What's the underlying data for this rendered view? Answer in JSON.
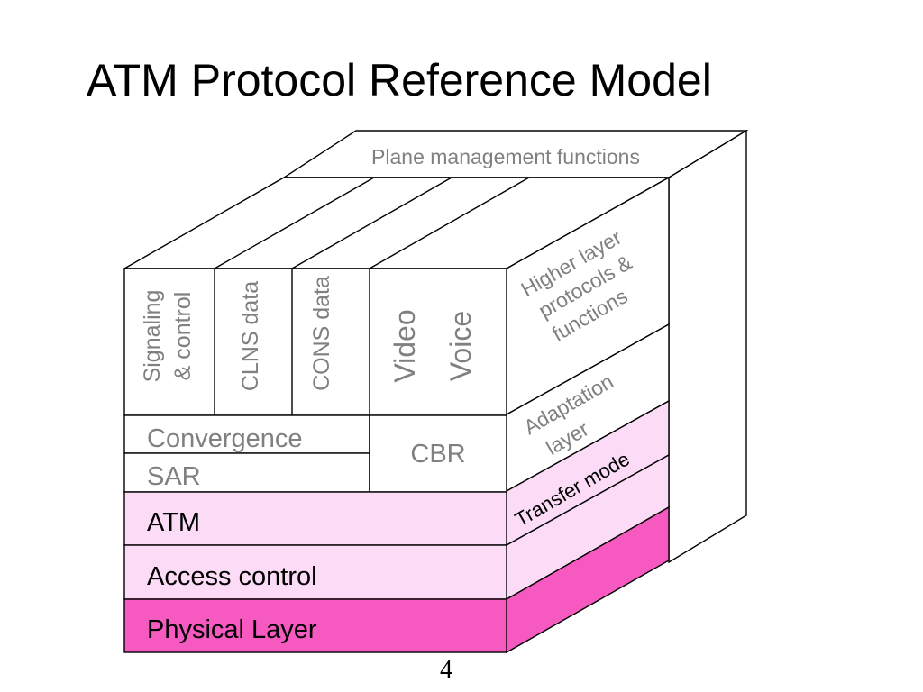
{
  "slide": {
    "title": "ATM Protocol Reference Model",
    "page_number": "4"
  },
  "colors": {
    "light_pink": "#fbdbf6",
    "magenta": "#f65ac0",
    "gray_text": "#808080",
    "line": "#000000"
  },
  "diagram": {
    "top_label": "Plane management functions",
    "upper_columns": [
      {
        "id": "signaling",
        "lines": [
          "Signaling",
          "& control"
        ]
      },
      {
        "id": "clns",
        "lines": [
          "CLNS data"
        ]
      },
      {
        "id": "cons",
        "lines": [
          "CONS data"
        ]
      },
      {
        "id": "video",
        "lines": [
          "Video"
        ]
      },
      {
        "id": "voice",
        "lines": [
          "Voice"
        ]
      }
    ],
    "convergence": "Convergence",
    "sar": "SAR",
    "cbr": "CBR",
    "layers": [
      {
        "id": "atm",
        "label": "ATM",
        "fill": "light_pink"
      },
      {
        "id": "access",
        "label": "Access control",
        "fill": "light_pink"
      },
      {
        "id": "physical",
        "label": "Physical Layer",
        "fill": "magenta"
      }
    ],
    "side_labels": {
      "higher_layer": [
        "Higher layer",
        "protocols &",
        "functions"
      ],
      "adaptation": [
        "Adaptation",
        "layer"
      ],
      "transfer_mode": "Transfer mode"
    }
  }
}
